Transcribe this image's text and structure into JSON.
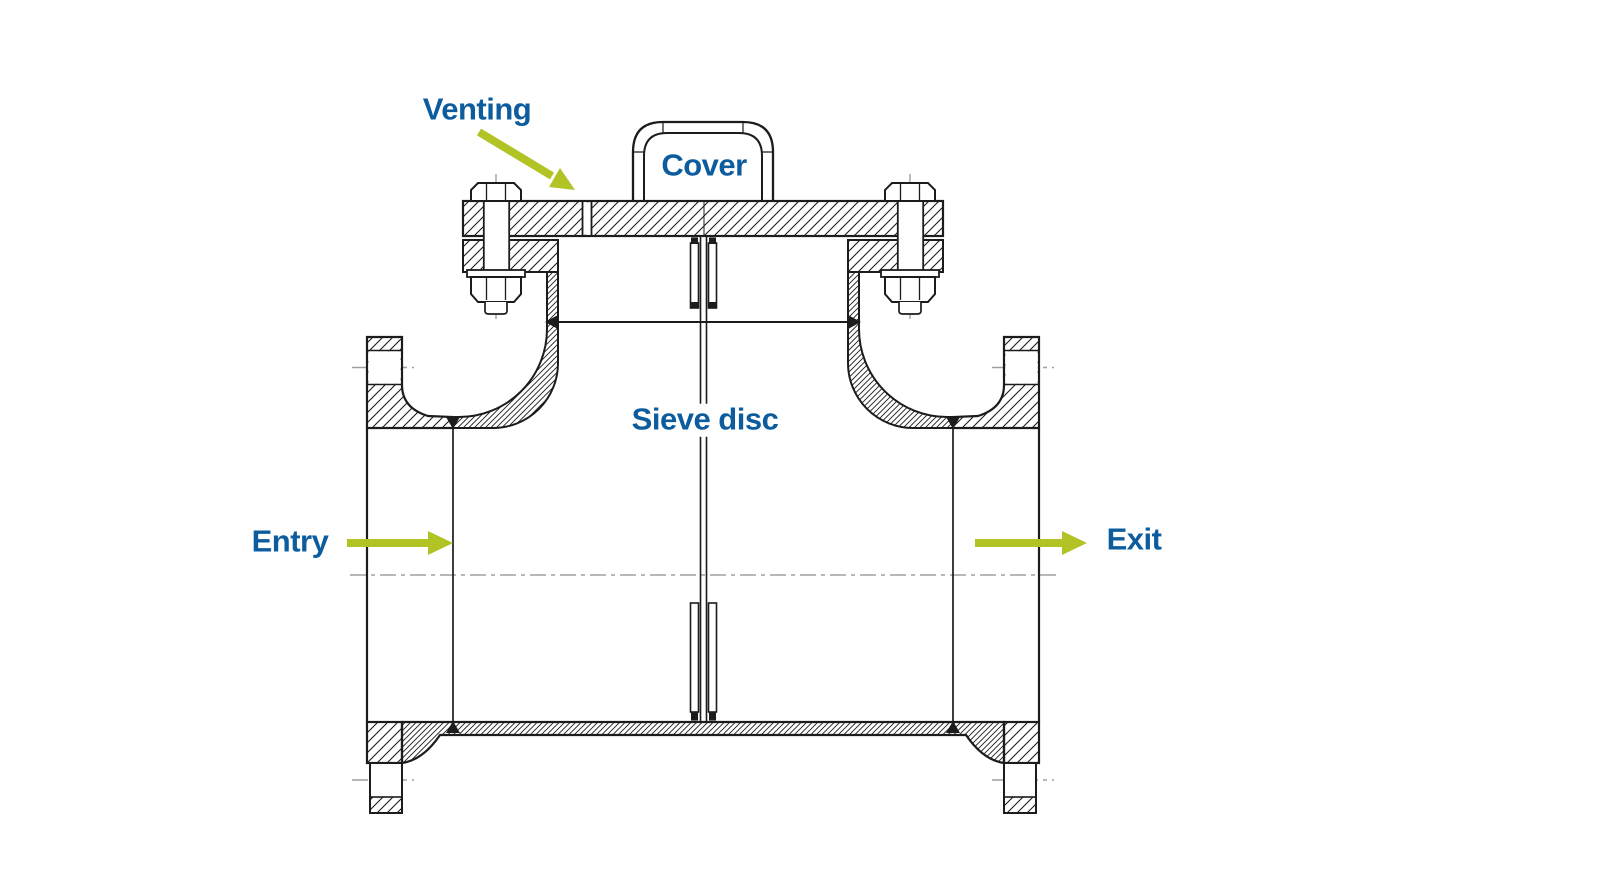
{
  "figure": {
    "title": "Strainer cross-section diagram",
    "type": "technical-cross-section",
    "labels": {
      "venting": "Venting",
      "cover": "Cover",
      "sieve_disc": "Sieve disc",
      "entry": "Entry",
      "exit": "Exit"
    },
    "colors": {
      "label_text": "#0c5c9e",
      "arrow_green": "#b2c325",
      "drawing_line": "#1c1c1c",
      "centerline_gray": "#a0a0a0",
      "background": "#ffffff"
    },
    "flow_direction": "left-to-right"
  }
}
